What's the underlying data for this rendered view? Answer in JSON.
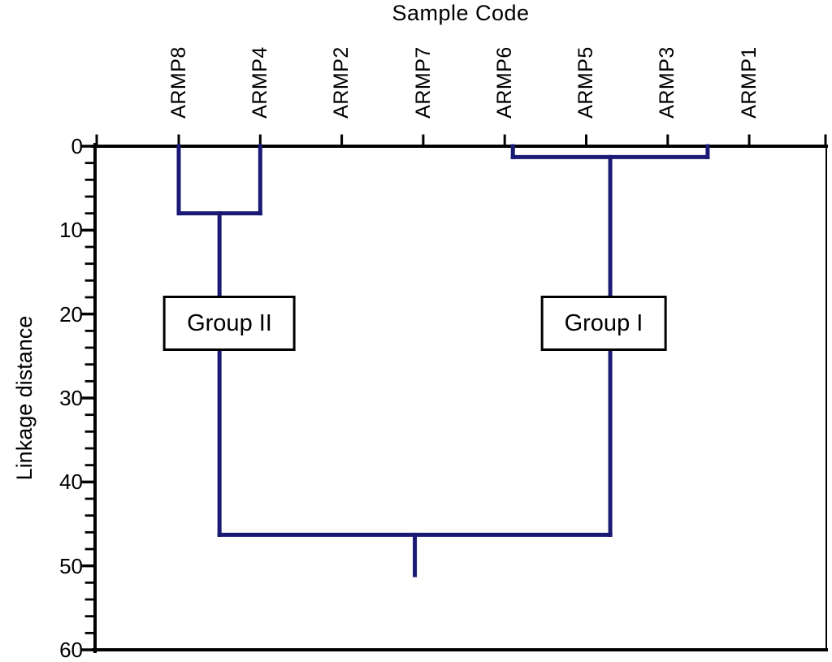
{
  "colors": {
    "dendrogram_line": "#1a1a75",
    "axis": "#000000",
    "background": "#ffffff",
    "text": "#000000"
  },
  "chart_data": {
    "type": "dendrogram",
    "title": "Sample Code",
    "xlabel": "Sample Code",
    "ylabel": "Linkage distance",
    "legend": "none",
    "grid": false,
    "leaves": [
      "ARMP8",
      "ARMP4",
      "ARMP2",
      "ARMP7",
      "ARMP6",
      "ARMP5",
      "ARMP3",
      "ARMP1"
    ],
    "y_axis": {
      "min": 0,
      "max": 60,
      "major_ticks": [
        0,
        10,
        20,
        30,
        40,
        50,
        60
      ],
      "minor_tick_step": 2,
      "orientation": "distance increases downward from top axis"
    },
    "merges": [
      {
        "members": [
          "ARMP8",
          "ARMP4"
        ],
        "distance": 8,
        "group_label": "Group II"
      },
      {
        "members": [
          "ARMP6",
          "ARMP5",
          "ARMP3",
          "ARMP1"
        ],
        "distance": 1.3,
        "group_label": "Group I"
      },
      {
        "members": [
          "Group II cluster",
          "Group I cluster"
        ],
        "distance": 46.3
      }
    ],
    "root_tip_distance": 51.1,
    "segments": [
      {
        "u1": 0,
        "d1": 0,
        "u2": 0,
        "d2": 8
      },
      {
        "u1": 1,
        "d1": 0,
        "u2": 1,
        "d2": 8
      },
      {
        "u1": 0,
        "d1": 8,
        "u2": 1,
        "d2": 8
      },
      {
        "u1": 0.5,
        "d1": 8,
        "u2": 0.5,
        "d2": 46.3
      },
      {
        "u1": 4.1,
        "d1": 0,
        "u2": 4.1,
        "d2": 1.3
      },
      {
        "u1": 6.49,
        "d1": 0,
        "u2": 6.49,
        "d2": 1.3
      },
      {
        "u1": 4.1,
        "d1": 1.3,
        "u2": 6.49,
        "d2": 1.3
      },
      {
        "u1": 5.295,
        "d1": 1.3,
        "u2": 5.295,
        "d2": 46.3
      },
      {
        "u1": 0.5,
        "d1": 46.3,
        "u2": 5.295,
        "d2": 46.3
      },
      {
        "u1": 2.897,
        "d1": 46.3,
        "u2": 2.897,
        "d2": 51.1
      }
    ],
    "groups": [
      {
        "label": "Group II",
        "center_u": 0.623,
        "center_distance": 21.05
      },
      {
        "label": "Group I",
        "center_u": 5.214,
        "center_distance": 21.05
      }
    ]
  }
}
